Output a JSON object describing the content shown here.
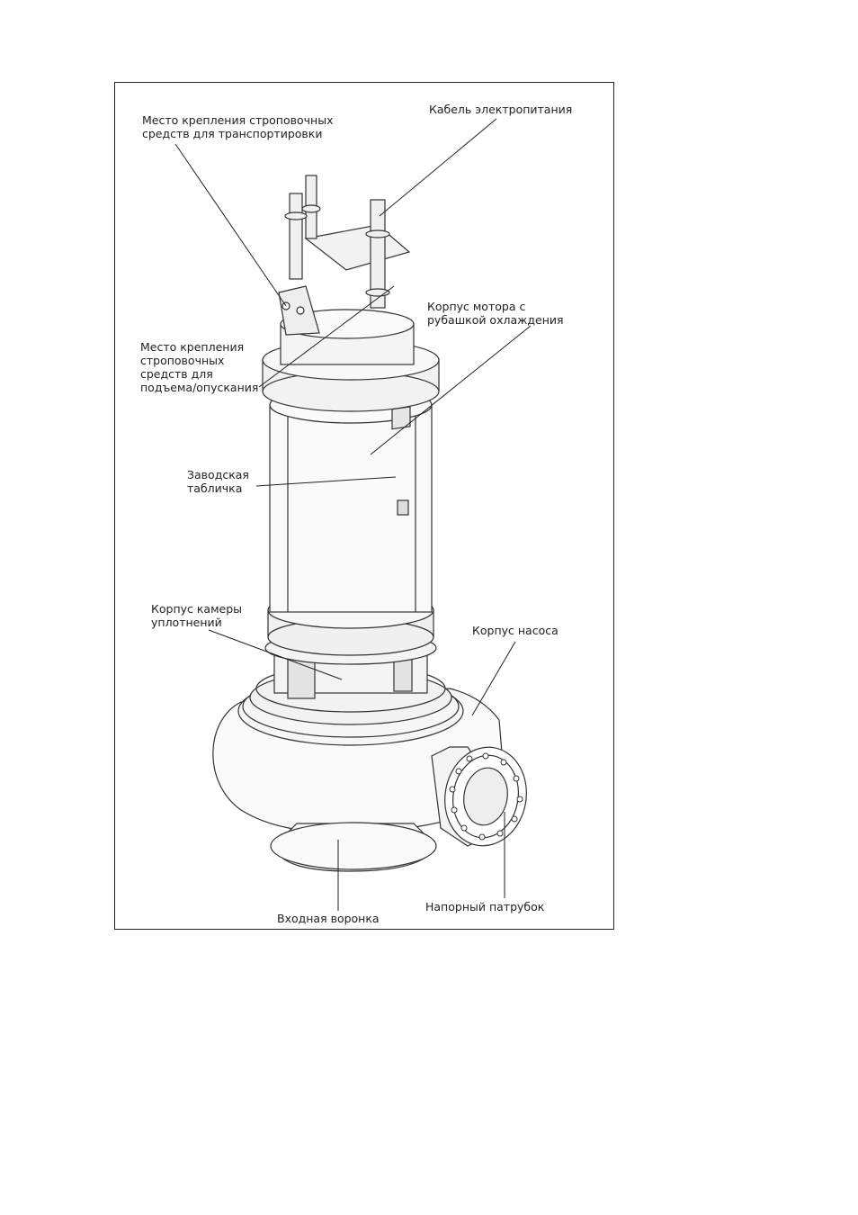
{
  "labels": {
    "transport_lifting_point": "Место крепления строповочных\nсредств для транспортировки",
    "power_cable": "Кабель электропитания",
    "motor_housing": "Корпус мотора с\nрубашкой охлаждения",
    "hoisting_point": "Место крепления\nстроповочных\nсредств для\nподъема/опускания",
    "nameplate": "Заводская\nтабличка",
    "seal_chamber": "Корпус камеры\nуплотнений",
    "pump_housing": "Корпус насоса",
    "inlet_funnel": "Входная воронка",
    "discharge_nozzle": "Напорный патрубок"
  }
}
